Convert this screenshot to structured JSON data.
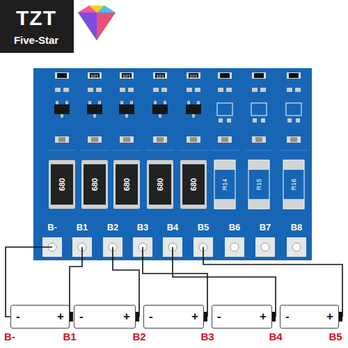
{
  "diagram": {
    "nodes": [
      {
        "text": [
          "-",
          "+"
        ]
      },
      {
        "text": [
          "-",
          "+"
        ]
      },
      {
        "text": [
          "-",
          "+"
        ]
      },
      {
        "text": [
          "-",
          "+"
        ]
      },
      {
        "text": [
          "-",
          "+"
        ]
      }
    ],
    "labels": [
      "TZT",
      "Five-Star",
      "101",
      "101",
      "101",
      "101",
      "680",
      "680",
      "680",
      "680",
      "680",
      "R14",
      "R15",
      "R16",
      "B-",
      "B1",
      "B2",
      "B3",
      "B4",
      "B5",
      "B6",
      "B7",
      "B8",
      "B-",
      "B1",
      "B2",
      "B3",
      "B4",
      "B5"
    ]
  }
}
